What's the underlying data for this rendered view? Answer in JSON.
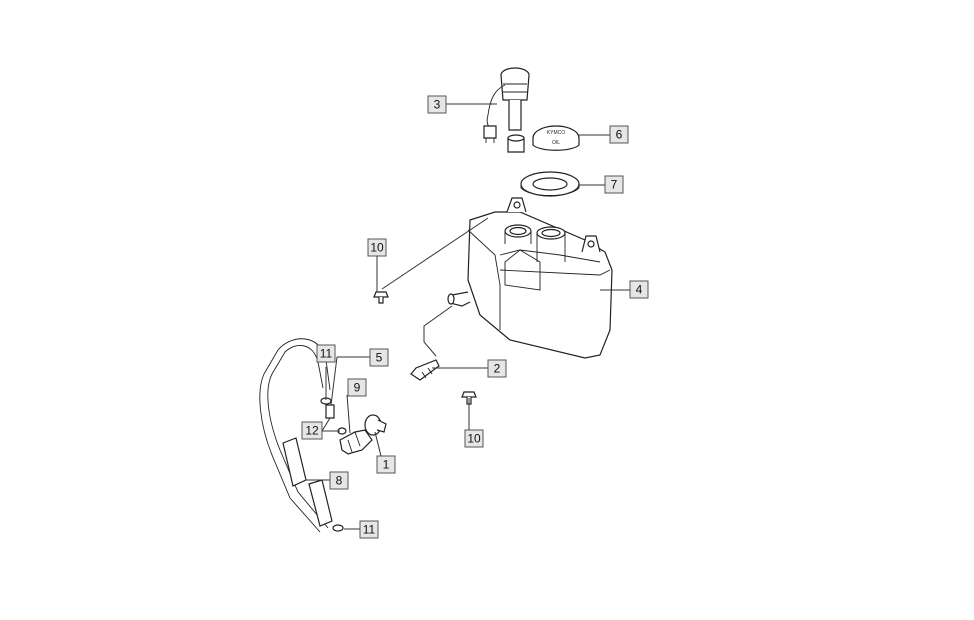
{
  "callouts": [
    {
      "id": "c1",
      "label": "1"
    },
    {
      "id": "c2",
      "label": "2"
    },
    {
      "id": "c3",
      "label": "3"
    },
    {
      "id": "c4",
      "label": "4"
    },
    {
      "id": "c5",
      "label": "5"
    },
    {
      "id": "c6",
      "label": "6"
    },
    {
      "id": "c7",
      "label": "7"
    },
    {
      "id": "c8",
      "label": "8"
    },
    {
      "id": "c9",
      "label": "9"
    },
    {
      "id": "c10a",
      "label": "10"
    },
    {
      "id": "c10b",
      "label": "10"
    },
    {
      "id": "c11a",
      "label": "11"
    },
    {
      "id": "c11b",
      "label": "11"
    },
    {
      "id": "c12",
      "label": "12"
    }
  ],
  "cap_marking": {
    "brand": "KYMCO",
    "word": "OIL"
  }
}
